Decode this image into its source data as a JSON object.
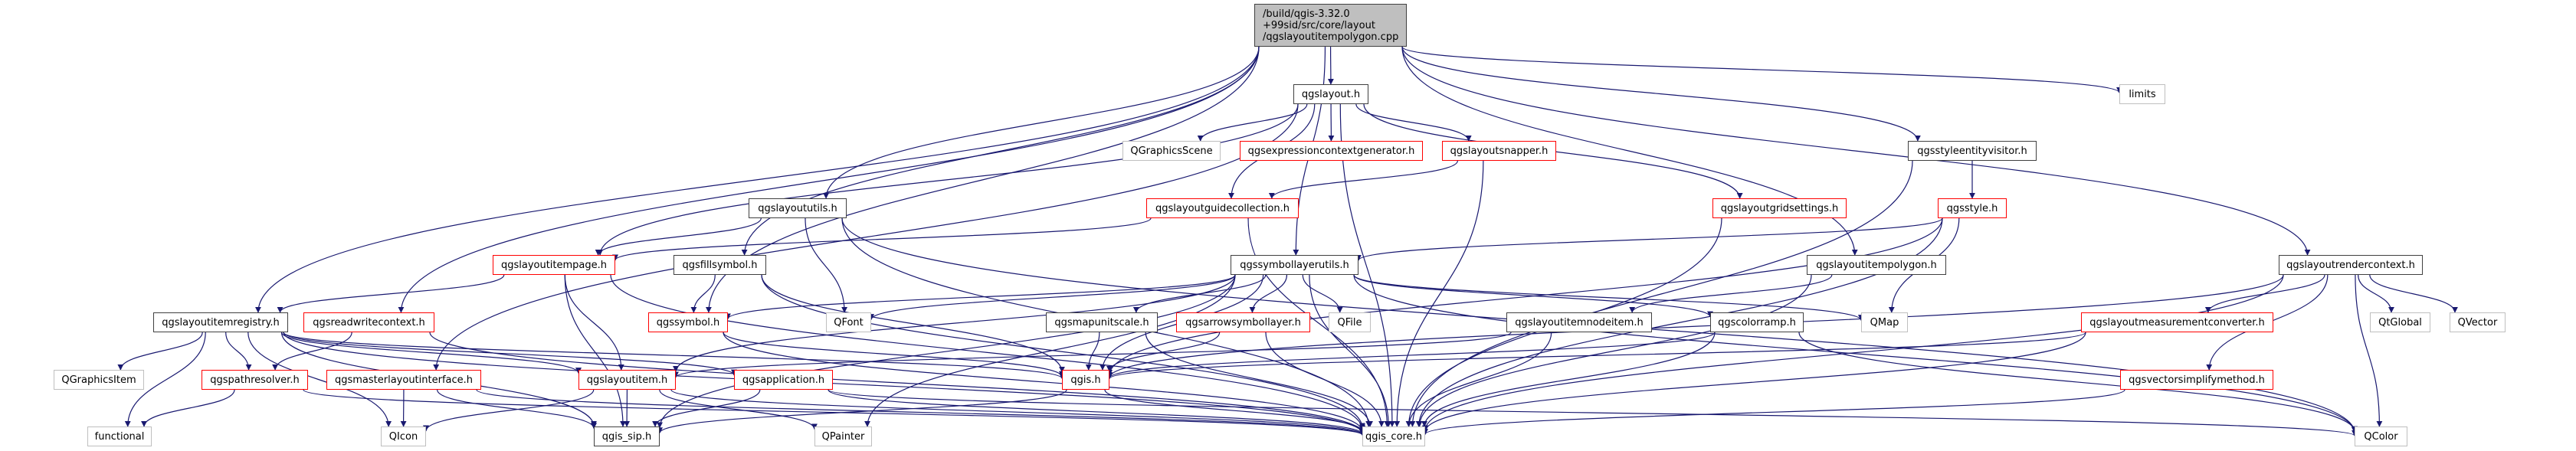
{
  "diagram": {
    "type": "include-dependency-graph",
    "root": {
      "id": "root",
      "lines": [
        "/build/qgis-3.32.0",
        "+99sid/src/core/layout",
        "/qgslayoutitempolygon.cpp"
      ]
    },
    "nodes": [
      {
        "id": "qgslayout",
        "label": "qgslayout.h",
        "kind": "normal"
      },
      {
        "id": "limits",
        "label": "limits",
        "kind": "ext"
      },
      {
        "id": "qgraphicsscene",
        "label": "QGraphicsScene",
        "kind": "ext"
      },
      {
        "id": "qgsexpressioncontextgenerator",
        "label": "qgsexpressioncontextgenerator.h",
        "kind": "red"
      },
      {
        "id": "qgslayoutsnapper",
        "label": "qgslayoutsnapper.h",
        "kind": "red"
      },
      {
        "id": "qgsstyleentityvisitor",
        "label": "qgsstyleentityvisitor.h",
        "kind": "normal"
      },
      {
        "id": "qgslayoututils",
        "label": "qgslayoututils.h",
        "kind": "normal"
      },
      {
        "id": "qgslayoutguidecollection",
        "label": "qgslayoutguidecollection.h",
        "kind": "red"
      },
      {
        "id": "qgslayoutgridsettings",
        "label": "qgslayoutgridsettings.h",
        "kind": "red"
      },
      {
        "id": "qgsstyle",
        "label": "qgsstyle.h",
        "kind": "red"
      },
      {
        "id": "qgslayoutitempage",
        "label": "qgslayoutitempage.h",
        "kind": "red"
      },
      {
        "id": "qgsfillsymbol",
        "label": "qgsfillsymbol.h",
        "kind": "normal"
      },
      {
        "id": "qgssymbollayerutils",
        "label": "qgssymbollayerutils.h",
        "kind": "normal"
      },
      {
        "id": "qgslayoutitempolygon",
        "label": "qgslayoutitempolygon.h",
        "kind": "normal"
      },
      {
        "id": "qgslayoutrendercontext",
        "label": "qgslayoutrendercontext.h",
        "kind": "normal"
      },
      {
        "id": "qgslayoutitemregistry",
        "label": "qgslayoutitemregistry.h",
        "kind": "normal"
      },
      {
        "id": "qgsreadwritecontext",
        "label": "qgsreadwritecontext.h",
        "kind": "red"
      },
      {
        "id": "qgssymbol",
        "label": "qgssymbol.h",
        "kind": "red"
      },
      {
        "id": "qfont",
        "label": "QFont",
        "kind": "ext"
      },
      {
        "id": "qgsmapunitscale",
        "label": "qgsmapunitscale.h",
        "kind": "normal"
      },
      {
        "id": "qgsarrowsymbollayer",
        "label": "qgsarrowsymbollayer.h",
        "kind": "red"
      },
      {
        "id": "qfile",
        "label": "QFile",
        "kind": "ext"
      },
      {
        "id": "qgslayoutitemnodeitem",
        "label": "qgslayoutitemnodeitem.h",
        "kind": "normal"
      },
      {
        "id": "qgscolorramp",
        "label": "qgscolorramp.h",
        "kind": "normal"
      },
      {
        "id": "qmap",
        "label": "QMap",
        "kind": "ext"
      },
      {
        "id": "qgslayoutmeasurementconverter",
        "label": "qgslayoutmeasurementconverter.h",
        "kind": "red"
      },
      {
        "id": "qtglobal",
        "label": "QtGlobal",
        "kind": "ext"
      },
      {
        "id": "qvector",
        "label": "QVector",
        "kind": "ext"
      },
      {
        "id": "qgraphicsitem",
        "label": "QGraphicsItem",
        "kind": "ext"
      },
      {
        "id": "qgspathresolver",
        "label": "qgspathresolver.h",
        "kind": "red"
      },
      {
        "id": "qgsmasterlayoutinterface",
        "label": "qgsmasterlayoutinterface.h",
        "kind": "red"
      },
      {
        "id": "qgslayoutitem",
        "label": "qgslayoutitem.h",
        "kind": "red"
      },
      {
        "id": "qgsapplication",
        "label": "qgsapplication.h",
        "kind": "red"
      },
      {
        "id": "qgis",
        "label": "qgis.h",
        "kind": "red"
      },
      {
        "id": "qgsvectorsimplifymethod",
        "label": "qgsvectorsimplifymethod.h",
        "kind": "red"
      },
      {
        "id": "functional",
        "label": "functional",
        "kind": "ext"
      },
      {
        "id": "qicon",
        "label": "QIcon",
        "kind": "ext"
      },
      {
        "id": "qgis_sip",
        "label": "qgis_sip.h",
        "kind": "normal"
      },
      {
        "id": "qpainter",
        "label": "QPainter",
        "kind": "ext"
      },
      {
        "id": "qgis_core",
        "label": "qgis_core.h",
        "kind": "ext"
      },
      {
        "id": "qcolor",
        "label": "QColor",
        "kind": "ext"
      }
    ],
    "edges": [
      [
        "root",
        "qgslayout"
      ],
      [
        "root",
        "limits"
      ],
      [
        "root",
        "qgsstyleentityvisitor"
      ],
      [
        "root",
        "qgslayoututils"
      ],
      [
        "root",
        "qgslayoutitemregistry"
      ],
      [
        "root",
        "qgsreadwritecontext"
      ],
      [
        "root",
        "qgssymbol"
      ],
      [
        "root",
        "qgsfillsymbol"
      ],
      [
        "root",
        "qgssymbollayerutils"
      ],
      [
        "root",
        "qgslayoutitempolygon"
      ],
      [
        "root",
        "qgslayoutrendercontext"
      ],
      [
        "qgslayout",
        "qgraphicsscene"
      ],
      [
        "qgslayout",
        "qgsexpressioncontextgenerator"
      ],
      [
        "qgslayout",
        "qgslayoutsnapper"
      ],
      [
        "qgslayout",
        "qgslayoutguidecollection"
      ],
      [
        "qgslayout",
        "qgslayoutgridsettings"
      ],
      [
        "qgslayout",
        "qgsmasterlayoutinterface"
      ],
      [
        "qgslayout",
        "qgis_core"
      ],
      [
        "qgslayout",
        "qgslayoutitempage"
      ],
      [
        "qgslayoutsnapper",
        "qgslayoutguidecollection"
      ],
      [
        "qgslayoutsnapper",
        "qgis_core"
      ],
      [
        "qgslayoutguidecollection",
        "qgslayoutitempage"
      ],
      [
        "qgslayoutguidecollection",
        "qgis_core"
      ],
      [
        "qgslayoututils",
        "qgslayoutitempage"
      ],
      [
        "qgslayoututils",
        "qfont"
      ],
      [
        "qgslayoututils",
        "qgis_core"
      ],
      [
        "qgslayoututils",
        "qcolor"
      ],
      [
        "qgslayoutitempage",
        "qgslayoutitemregistry"
      ],
      [
        "qgslayoutitempage",
        "qgslayoutitem"
      ],
      [
        "qgslayoutitempage",
        "qgis_sip"
      ],
      [
        "qgslayoutitempage",
        "qgis_core"
      ],
      [
        "qgsfillsymbol",
        "qgssymbol"
      ],
      [
        "qgsfillsymbol",
        "qgis_core"
      ],
      [
        "qgsfillsymbol",
        "qgis"
      ],
      [
        "qgssymbollayerutils",
        "qgsmapunitscale"
      ],
      [
        "qgssymbollayerutils",
        "qgsarrowsymbollayer"
      ],
      [
        "qgssymbollayerutils",
        "qfile"
      ],
      [
        "qgssymbollayerutils",
        "qgis"
      ],
      [
        "qgssymbollayerutils",
        "qgis_core"
      ],
      [
        "qgssymbollayerutils",
        "qgssymbol"
      ],
      [
        "qgssymbollayerutils",
        "qfont"
      ],
      [
        "qgssymbollayerutils",
        "qmap"
      ],
      [
        "qgssymbollayerutils",
        "qgscolorramp"
      ],
      [
        "qgssymbollayerutils",
        "qcolor"
      ],
      [
        "qgssymbollayerutils",
        "qgis_sip"
      ],
      [
        "qgssymbollayerutils",
        "qpainter"
      ],
      [
        "qgssymbollayerutils",
        "qgslayoutitem"
      ],
      [
        "qgsstyleentityvisitor",
        "qgsstyle"
      ],
      [
        "qgsstyleentityvisitor",
        "qgis_core"
      ],
      [
        "qgsstyle",
        "qgssymbollayerutils"
      ],
      [
        "qgsstyle",
        "qmap"
      ],
      [
        "qgsstyle",
        "qgis_core"
      ],
      [
        "qgsstyle",
        "qgis"
      ],
      [
        "qgslayoutgridsettings",
        "qgis_core"
      ],
      [
        "qgslayoutitempolygon",
        "qgslayoutitemnodeitem"
      ],
      [
        "qgslayoutitempolygon",
        "qgis_core"
      ],
      [
        "qgslayoutrendercontext",
        "qgslayoutmeasurementconverter"
      ],
      [
        "qgslayoutrendercontext",
        "qgsvectorsimplifymethod"
      ],
      [
        "qgslayoutrendercontext",
        "qtglobal"
      ],
      [
        "qgslayoutrendercontext",
        "qvector"
      ],
      [
        "qgslayoutrendercontext",
        "qcolor"
      ],
      [
        "qgslayoutrendercontext",
        "qgis_core"
      ],
      [
        "qgslayoutrendercontext",
        "qgis"
      ],
      [
        "qgslayoutmeasurementconverter",
        "qgis_core"
      ],
      [
        "qgslayoutmeasurementconverter",
        "qgis"
      ],
      [
        "qgsvectorsimplifymethod",
        "qgis_core"
      ],
      [
        "qgslayoutitemregistry",
        "qgraphicsitem"
      ],
      [
        "qgslayoutitemregistry",
        "qgspathresolver"
      ],
      [
        "qgslayoutitemregistry",
        "functional"
      ],
      [
        "qgslayoutitemregistry",
        "qicon"
      ],
      [
        "qgslayoutitemregistry",
        "qgis_sip"
      ],
      [
        "qgslayoutitemregistry",
        "qgis_core"
      ],
      [
        "qgslayoutitemregistry",
        "qgslayoutitem"
      ],
      [
        "qgslayoutitemregistry",
        "qgsapplication"
      ],
      [
        "qgslayoutitemregistry",
        "qgis"
      ],
      [
        "qgsreadwritecontext",
        "qgspathresolver"
      ],
      [
        "qgsreadwritecontext",
        "qgis_core"
      ],
      [
        "qgspathresolver",
        "functional"
      ],
      [
        "qgspathresolver",
        "qgis_core"
      ],
      [
        "qgsmasterlayoutinterface",
        "qicon"
      ],
      [
        "qgsmasterlayoutinterface",
        "qgis_sip"
      ],
      [
        "qgsmasterlayoutinterface",
        "qgis_core"
      ],
      [
        "qgslayoutitem",
        "qgis_sip"
      ],
      [
        "qgslayoutitem",
        "qicon"
      ],
      [
        "qgslayoutitem",
        "qpainter"
      ],
      [
        "qgslayoutitem",
        "qgis_core"
      ],
      [
        "qgsapplication",
        "qgis_sip"
      ],
      [
        "qgsapplication",
        "qgis_core"
      ],
      [
        "qgsapplication",
        "qcolor"
      ],
      [
        "qgssymbol",
        "qgis"
      ],
      [
        "qgssymbol",
        "qgis_core"
      ],
      [
        "qgsmapunitscale",
        "qgis"
      ],
      [
        "qgsmapunitscale",
        "qgis_core"
      ],
      [
        "qgsarrowsymbollayer",
        "qgis"
      ],
      [
        "qgsarrowsymbollayer",
        "qgis_core"
      ],
      [
        "qgslayoutitemnodeitem",
        "qgis_core"
      ],
      [
        "qgslayoutitemnodeitem",
        "qgslayoutitem"
      ],
      [
        "qgscolorramp",
        "qgis"
      ],
      [
        "qgscolorramp",
        "qgis_core"
      ],
      [
        "qgscolorramp",
        "qcolor"
      ],
      [
        "qgis",
        "qgis_core"
      ],
      [
        "qgis",
        "qgis_sip"
      ]
    ],
    "colors": {
      "edge": "#191970",
      "normal_border": "#404040",
      "red_border": "#ff0000",
      "ext_border": "#bfbfbf",
      "root_fill": "#bfbfbf"
    }
  }
}
